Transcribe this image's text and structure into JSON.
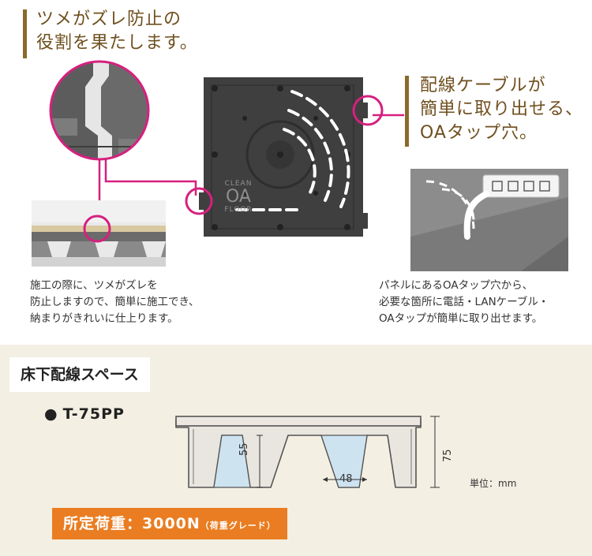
{
  "left_feature": {
    "heading_lines": [
      "ツメがズレ防止の",
      "役割を果たします。"
    ],
    "caption_lines": [
      "施工の際に、ツメがズレを",
      "防止しますので、簡単に施工でき、",
      "納まりがきれいに仕上ります。"
    ]
  },
  "right_feature": {
    "heading_lines": [
      "配線ケーブルが",
      "簡単に取り出せる、",
      "OAタップ穴。"
    ],
    "caption_lines": [
      "パネルにあるOAタップ穴から、",
      "必要な箇所に電話・LANケーブル・",
      "OAタップが簡単に取り出せます。"
    ]
  },
  "panel": {
    "brand_top": "CLEAN",
    "brand_mid": "OA",
    "brand_bottom": "FLOOR"
  },
  "section": {
    "title": "床下配線スペース",
    "model_bullet": "●",
    "model": "T-75PP",
    "dim_height": "55",
    "dim_width": "48",
    "dim_total": "75",
    "unit_label": "単位：mm",
    "load_label": "所定荷重：3000N",
    "load_note": "（荷重グレード）"
  },
  "colors": {
    "heading_brown": "#6f4f1e",
    "accent_bar": "#8a6a2b",
    "magenta": "#d6207f",
    "orange": "#ea7d21",
    "bottom_bg": "#f3efe3"
  }
}
